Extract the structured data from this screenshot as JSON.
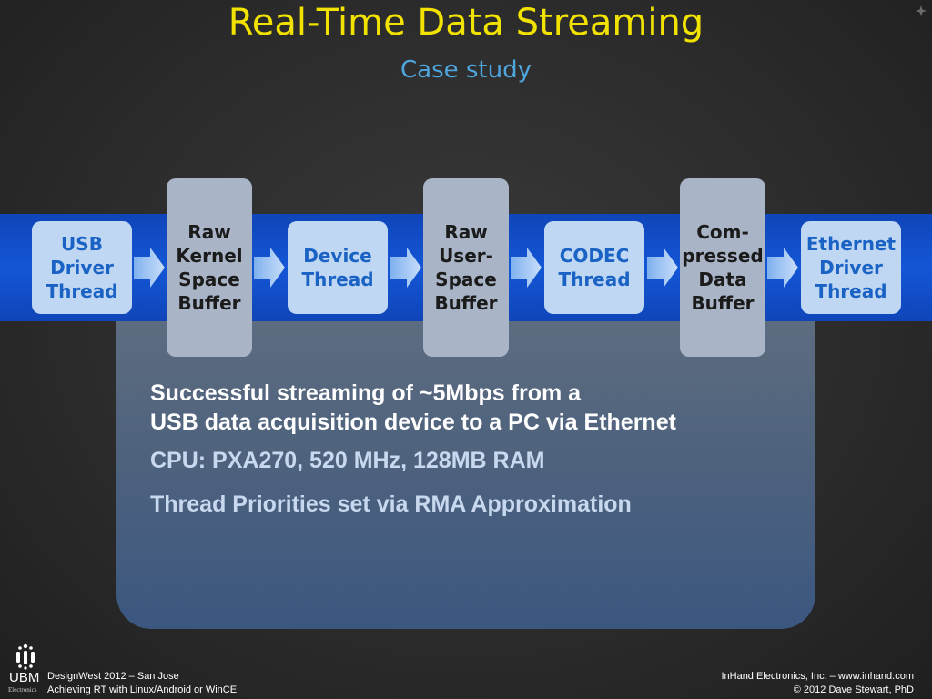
{
  "slide": {
    "title": "Real-Time Data Streaming",
    "subtitle": "Case study"
  },
  "pipeline": [
    {
      "kind": "thread",
      "label": "USB\nDriver\nThread"
    },
    {
      "kind": "buffer",
      "label": "Raw\nKernel\nSpace\nBuffer"
    },
    {
      "kind": "thread",
      "label": "Device\nThread"
    },
    {
      "kind": "buffer",
      "label": "Raw\nUser-\nSpace\nBuffer"
    },
    {
      "kind": "thread",
      "label": "CODEC\nThread"
    },
    {
      "kind": "buffer",
      "label": "Com-\npressed\nData\nBuffer"
    },
    {
      "kind": "thread",
      "label": "Ethernet\nDriver\nThread"
    }
  ],
  "body": {
    "line1": "Successful streaming of ~5Mbps from a",
    "line2": "USB data acquisition device to a PC via Ethernet",
    "cpu": "CPU: PXA270, 520 MHz, 128MB RAM",
    "priorities": "Thread Priorities set via RMA Approximation"
  },
  "footer": {
    "logo": "UBM",
    "logo_sub": "Electronics",
    "left_line1": "DesignWest 2012 – San Jose",
    "left_line2": "Achieving RT with Linux/Android or WinCE",
    "right_line1": "InHand Electronics, Inc. – www.inhand.com",
    "right_line2": "© 2012 Dave Stewart, PhD"
  },
  "colors": {
    "title": "#f2e200",
    "subtitle": "#4fa6de",
    "band": "#1456d6",
    "thread_box": "#bfd7f3",
    "thread_text": "#1a63c4",
    "buffer_box": "#a9b5c6"
  }
}
